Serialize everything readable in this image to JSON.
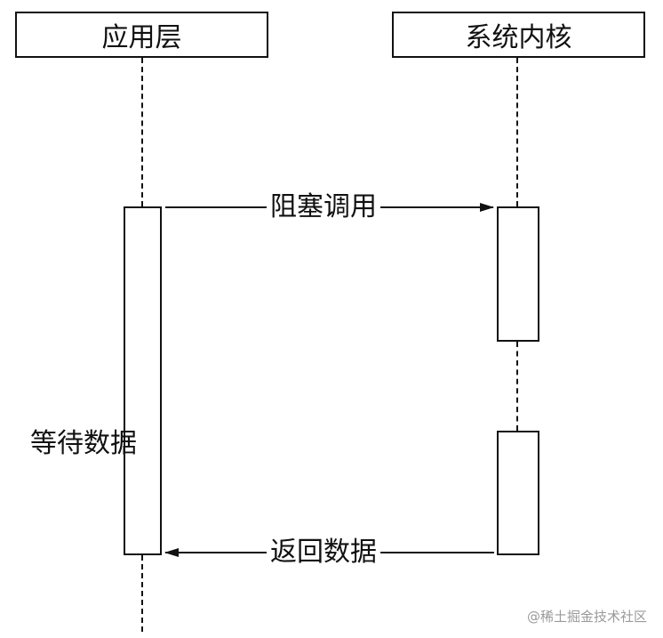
{
  "actors": {
    "app": "应用层",
    "kernel": "系统内核"
  },
  "messages": {
    "request": "阻塞调用",
    "response": "返回数据"
  },
  "notes": {
    "waiting": "等待数据"
  },
  "watermark": "@稀土掘金技术社区"
}
